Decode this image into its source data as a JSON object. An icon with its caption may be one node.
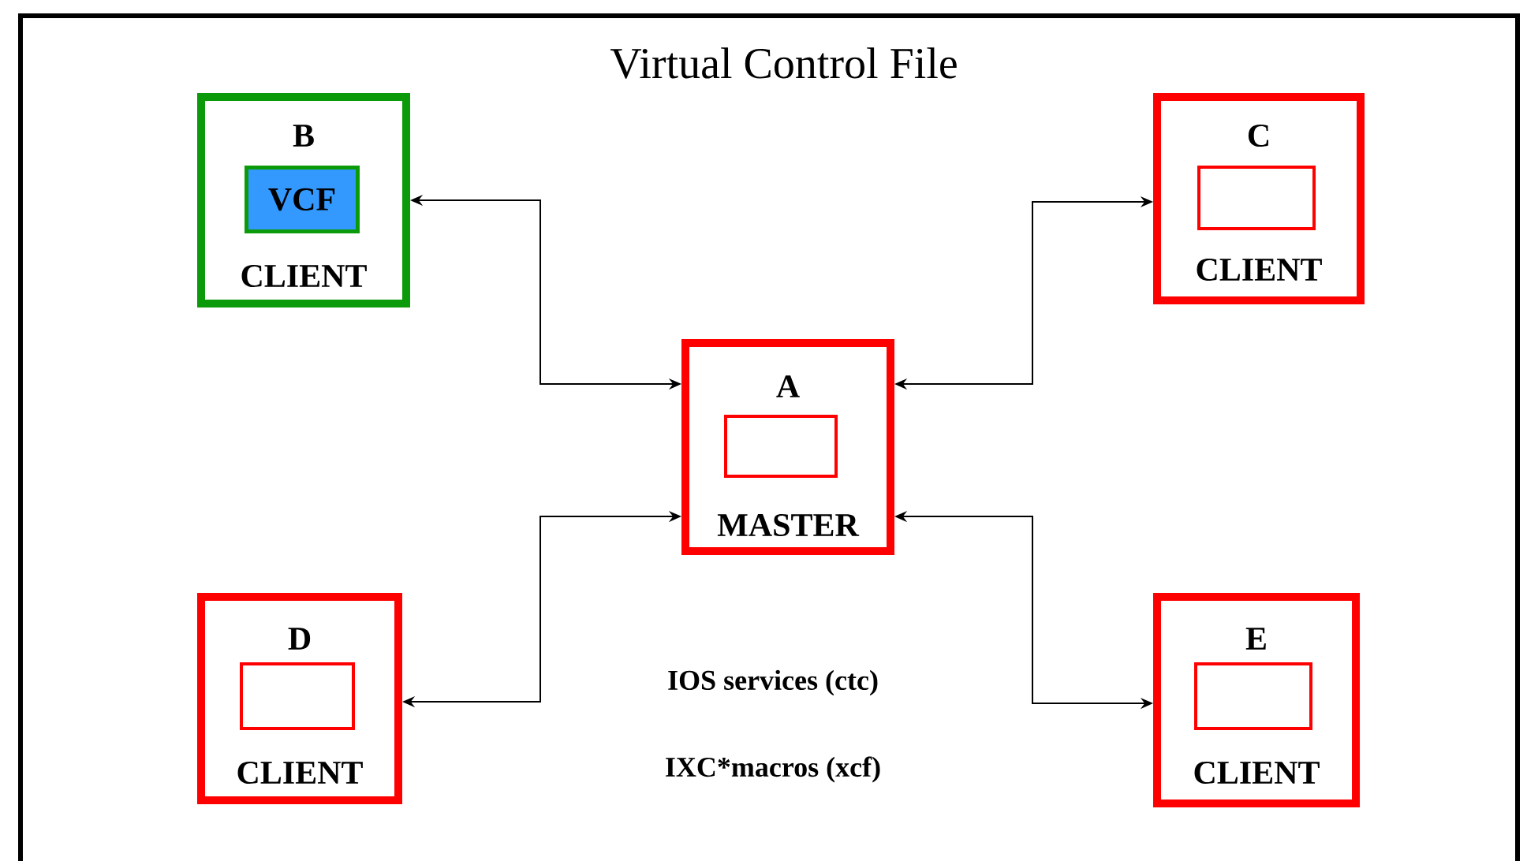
{
  "diagram": {
    "title": "Virtual Control File",
    "nodes": [
      {
        "text": [
          "B",
          "CLIENT"
        ]
      },
      {
        "text": [
          "VCF"
        ],
        "in": 0
      },
      {
        "text": [
          "C",
          "CLIENT"
        ]
      },
      {
        "text": [],
        "shape": "box",
        "in": 2
      },
      {
        "text": [
          "A",
          "MASTER"
        ]
      },
      {
        "text": [],
        "shape": "box",
        "in": 4
      },
      {
        "text": [
          "D",
          "CLIENT"
        ]
      },
      {
        "text": [],
        "shape": "box",
        "in": 6
      },
      {
        "text": [
          "E",
          "CLIENT"
        ]
      },
      {
        "text": [],
        "shape": "box",
        "in": 8
      }
    ],
    "edges": [
      {
        "from": 0,
        "to": 4,
        "arrow": "both"
      },
      {
        "from": 4,
        "to": 2,
        "arrow": "both"
      },
      {
        "from": 6,
        "to": 4,
        "arrow": "both"
      },
      {
        "from": 4,
        "to": 8,
        "arrow": "both"
      }
    ],
    "labels": [
      "IOS services (ctc)",
      "IXC*macros (xcf)"
    ]
  }
}
